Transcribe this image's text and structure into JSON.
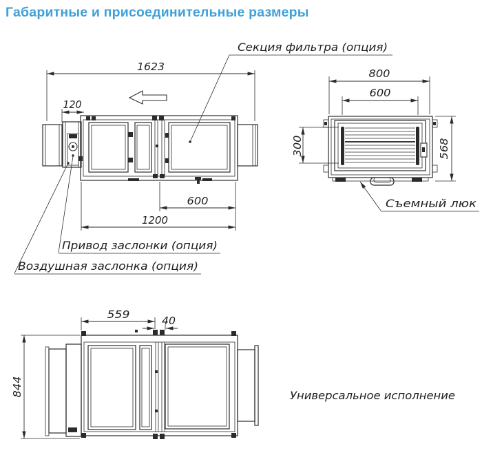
{
  "title": "Габаритные и присоединительные размеры",
  "colors": {
    "accent": "#3FA0D9",
    "line": "#2B2B2B"
  },
  "side_view": {
    "dims": {
      "overall_length": "1623",
      "damper_length": "120",
      "filter_length": "600",
      "body_length": "1200"
    },
    "labels": {
      "filter_section": "Секция фильтра (опция)",
      "damper_drive": "Привод заслонки (опция)",
      "air_damper": "Воздушная заслонка (опция)"
    }
  },
  "end_view": {
    "dims": {
      "width": "800",
      "duct_width": "600",
      "duct_height": "300",
      "height": "568"
    },
    "labels": {
      "removable_hatch": "Съемный люк"
    }
  },
  "universal_view": {
    "dims": {
      "section_length": "559",
      "gap": "40",
      "height": "844"
    },
    "labels": {
      "caption": "Универсальное исполнение"
    }
  }
}
